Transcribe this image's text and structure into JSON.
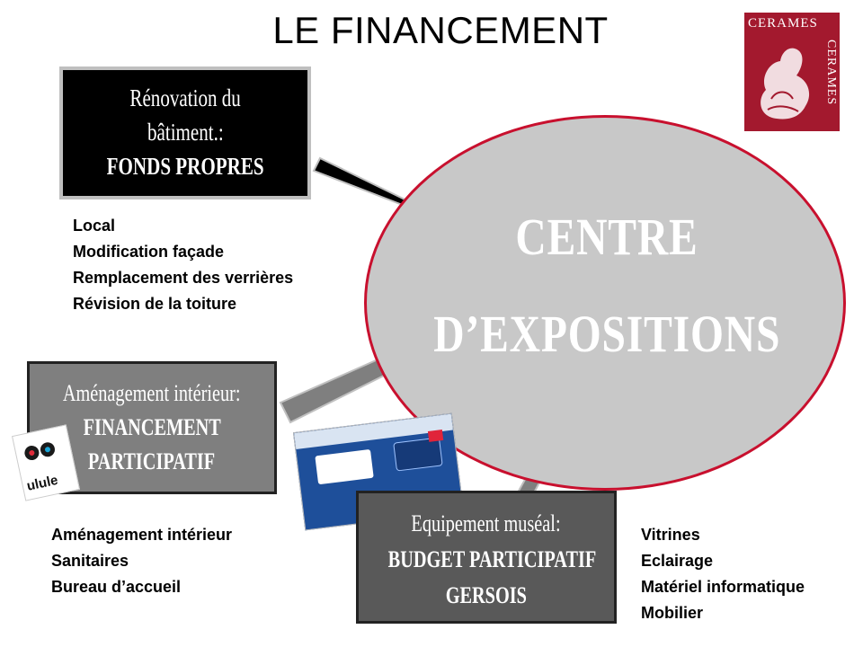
{
  "title": "LE FINANCEMENT",
  "logo": {
    "name": "cerames-logo",
    "text_top": "CERAMES",
    "text_side": "CERAMES"
  },
  "center": {
    "line1": "CENTRE",
    "line2": "D’EXPOSITIONS"
  },
  "boxes": {
    "renovation": {
      "line1": "Rénovation du",
      "line2": "bâtiment.:",
      "line3": "FONDS PROPRES"
    },
    "amenagement": {
      "line1": "Aménagement intérieur:",
      "line2": "FINANCEMENT",
      "line3": "PARTICIPATIF"
    },
    "equipement": {
      "line1": "Equipement muséal:",
      "line2": "BUDGET PARTICIPATIF",
      "line3": "GERSOIS"
    }
  },
  "lists": {
    "renovation": [
      "Local",
      "Modification façade",
      "Remplacement des verrières",
      "Révision de la toiture"
    ],
    "amenagement": [
      "Aménagement intérieur",
      "Sanitaires",
      "Bureau d’accueil"
    ],
    "equipement": [
      "Vitrines",
      "Eclairage",
      "Matériel informatique",
      "Mobilier"
    ]
  },
  "ulule": {
    "text": "ulule"
  },
  "colors": {
    "oval_fill": "#c8c8c8",
    "oval_border": "#c8102e",
    "logo_red": "#a3192e",
    "box_black": "#000000",
    "box_gray": "#7f7f7f",
    "box_darkgray": "#595959"
  }
}
